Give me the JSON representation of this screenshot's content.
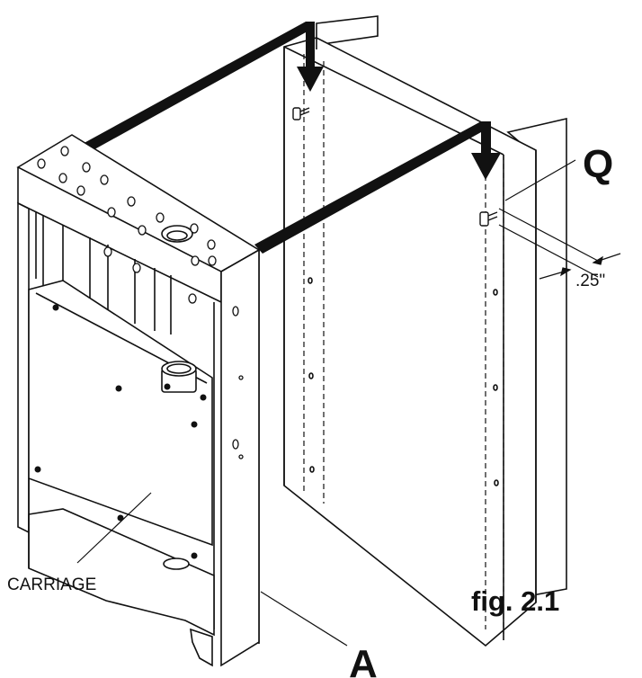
{
  "diagram": {
    "labels": {
      "callout_q": "Q",
      "callout_a": "A",
      "dimension": ".25\"",
      "carriage": "CARRIAGE",
      "figure": "fig. 2.1"
    },
    "colors": {
      "ink": "#111111",
      "paper": "#ffffff"
    }
  }
}
